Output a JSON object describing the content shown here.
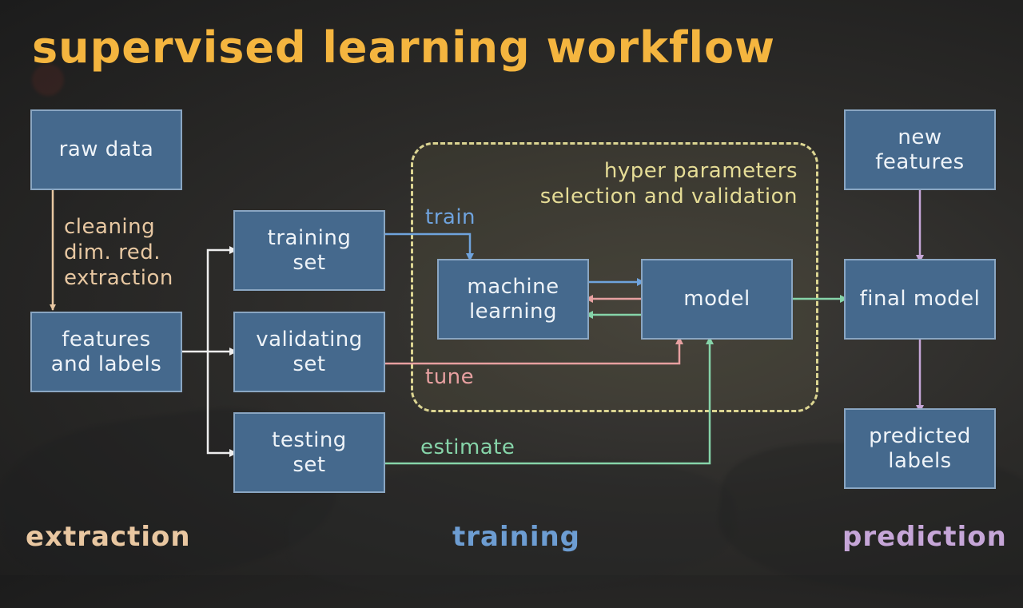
{
  "title": "supervised learning workflow",
  "hyper_params_label": "hyper parameters\nselection and validation",
  "boxes": {
    "raw_data": "raw data",
    "features_labels": "features\nand labels",
    "training_set": "training\nset",
    "validating_set": "validating\nset",
    "testing_set": "testing\nset",
    "machine_learning": "machine\nlearning",
    "model": "model",
    "new_features": "new\nfeatures",
    "final_model": "final model",
    "predicted_labels": "predicted\nlabels"
  },
  "edge_labels": {
    "cleaning": "cleaning\ndim. red.\nextraction",
    "train": "train",
    "tune": "tune",
    "estimate": "estimate"
  },
  "sections": {
    "extraction": "extraction",
    "training": "training",
    "prediction": "prediction"
  },
  "colors": {
    "title": "#f4b53f",
    "box_fill": "#45698d",
    "box_border": "#8aa6c2",
    "extraction": "#e9c7a1",
    "training": "#6d9dd2",
    "prediction": "#c6a6d8",
    "train_arrow": "#6fa3dd",
    "tune_arrow": "#e7a0a0",
    "estimate_arrow": "#86d4a9",
    "hyper_params": "#e5dc96"
  }
}
